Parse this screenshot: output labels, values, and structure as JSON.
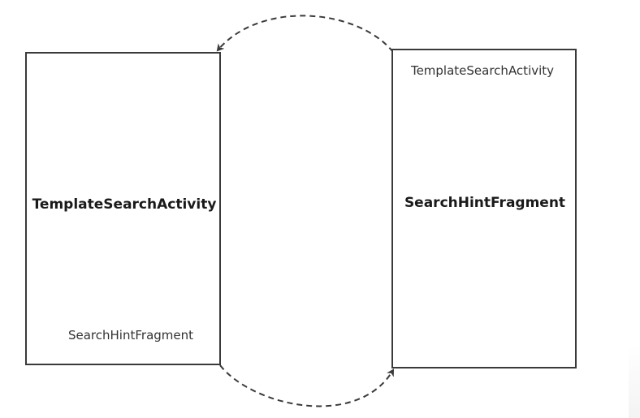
{
  "nodes": {
    "left": {
      "title": "TemplateSearchActivity",
      "subtitle": "SearchHintFragment"
    },
    "right": {
      "title": "SearchHintFragment",
      "subtitle": "TemplateSearchActivity"
    }
  },
  "colors": {
    "stroke": "#3a3a3a",
    "text": "#1a1a1a",
    "background": "#ffffff"
  },
  "edges": [
    {
      "from": "right",
      "to": "left",
      "style": "dashed",
      "arrow": "end"
    },
    {
      "from": "left",
      "to": "right",
      "style": "dashed",
      "arrow": "end"
    }
  ]
}
